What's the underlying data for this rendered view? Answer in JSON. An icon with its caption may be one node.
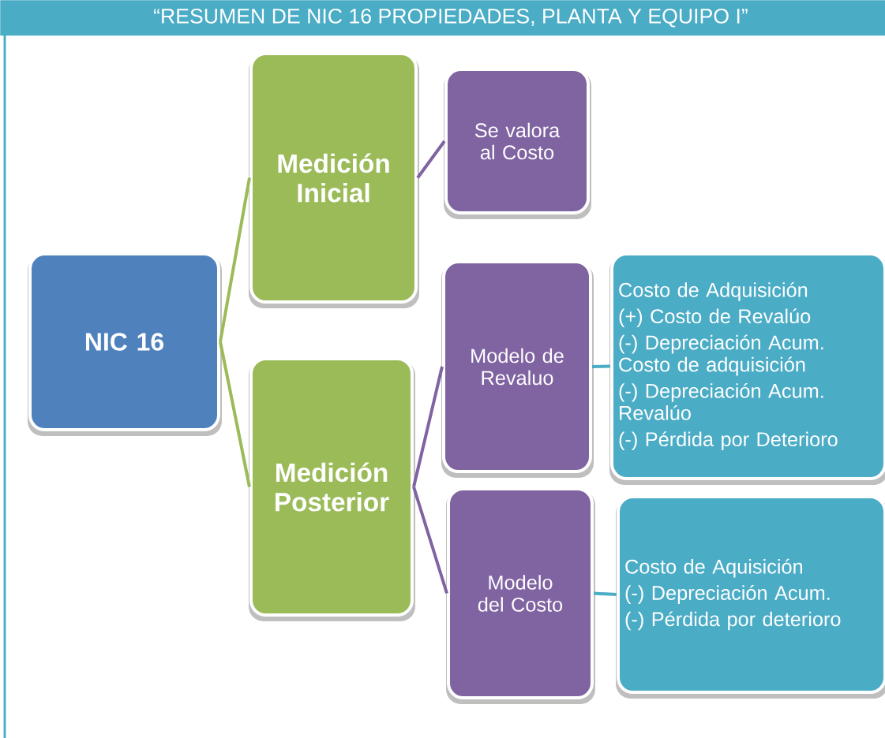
{
  "diagram": {
    "title": "“RESUMEN DE NIC 16  PROPIEDADES, PLANTA Y EQUIPO I”",
    "nodes": [
      {
        "text": [
          "NIC 16"
        ]
      },
      {
        "text": [
          "Medición Inicial"
        ]
      },
      {
        "text": [
          "Medición Posterior"
        ]
      },
      {
        "text": [
          "Se valora al Costo"
        ]
      },
      {
        "text": [
          "Modelo de Revaluo"
        ]
      },
      {
        "text": [
          "Modelo del Costo"
        ]
      },
      {
        "text": [
          "Costo de Adquisición",
          "(+) Costo de Revalúo",
          "(-) Depreciación Acum. Costo de adquisición",
          "(-) Depreciación Acum. Revalúo",
          "(-) Pérdida por Deterioro"
        ]
      },
      {
        "text": [
          "Costo de Aquisición",
          "(-) Depreciación Acum.",
          "(-) Pérdida por deterioro"
        ]
      }
    ],
    "edges": [
      {
        "from": 0,
        "to": 1,
        "arrow": "none",
        "color": "#9bbb59"
      },
      {
        "from": 0,
        "to": 2,
        "arrow": "none",
        "color": "#9bbb59"
      },
      {
        "from": 1,
        "to": 3,
        "arrow": "none",
        "color": "#8064a2"
      },
      {
        "from": 2,
        "to": 4,
        "arrow": "none",
        "color": "#8064a2"
      },
      {
        "from": 2,
        "to": 5,
        "arrow": "none",
        "color": "#8064a2"
      },
      {
        "from": 4,
        "to": 6,
        "arrow": "none",
        "color": "#4bacc6"
      },
      {
        "from": 5,
        "to": 7,
        "arrow": "none",
        "color": "#4bacc6"
      }
    ]
  }
}
